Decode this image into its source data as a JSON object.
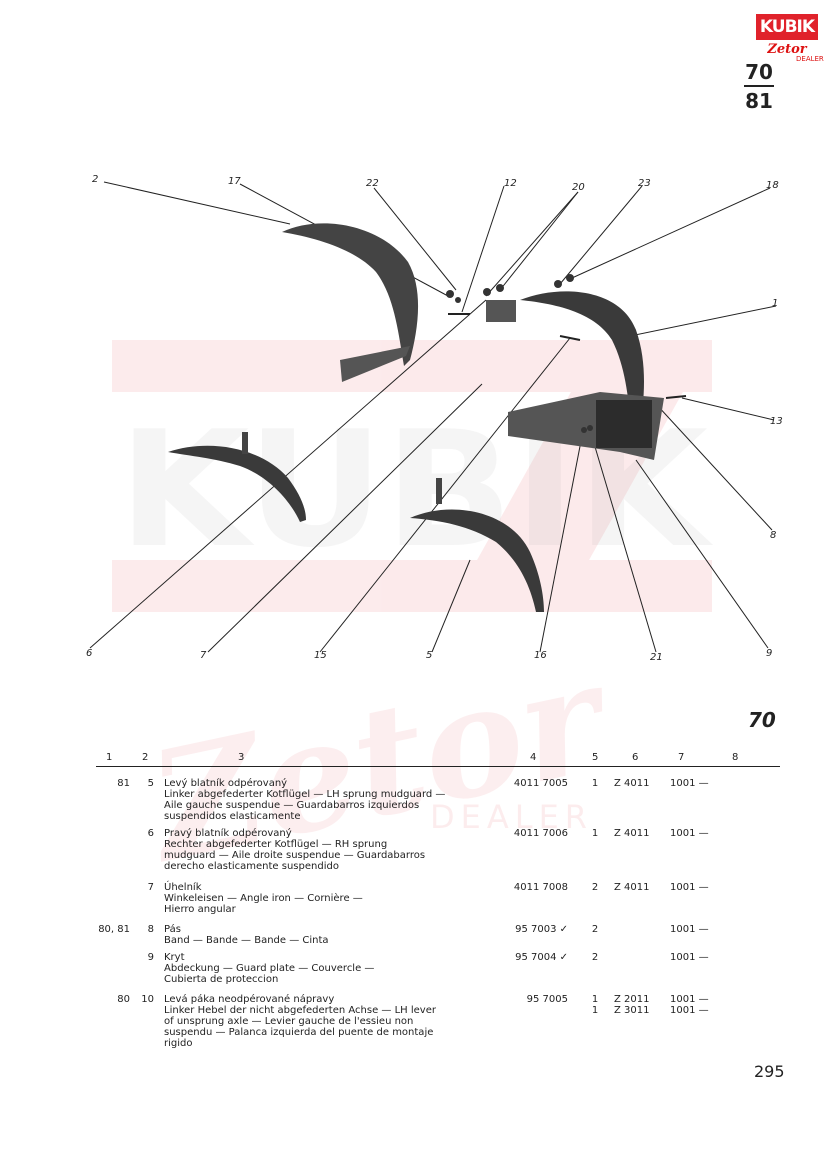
{
  "logo": {
    "brand": "KUBIK",
    "sub_brand": "Zetor",
    "dealer": "DEALER"
  },
  "group": {
    "top": "70",
    "bottom": "81"
  },
  "watermark": {
    "brand": "KUBIK",
    "sub_brand": "Zetor",
    "dealer": "DEALER"
  },
  "diagram": {
    "callouts": [
      "2",
      "17",
      "22",
      "12",
      "20",
      "23",
      "18",
      "1",
      "13",
      "8",
      "9",
      "21",
      "16",
      "5",
      "15",
      "7",
      "6"
    ]
  },
  "section_number": "70",
  "table": {
    "headers": [
      "1",
      "2",
      "3",
      "4",
      "5",
      "6",
      "7",
      "8"
    ],
    "rows": [
      {
        "group": "81",
        "pos": "5",
        "desc": [
          "Levý blatník odpérovaný",
          "Linker abgefederter Kotflügel — LH sprung mudguard —",
          "Aile gauche suspendue — Guardabarros izquierdos",
          "suspendidos elasticamente"
        ],
        "part_no": "4011 7005",
        "qty": "1",
        "serial": [
          "Z 4011"
        ],
        "from": [
          "1001 —"
        ]
      },
      {
        "group": "",
        "pos": "6",
        "desc": [
          "Pravý blatník odpérovaný",
          "Rechter abgefederter Kotflügel — RH sprung",
          "mudguard — Aile droite suspendue — Guardabarros",
          "derecho elasticamente suspendido"
        ],
        "part_no": "4011 7006",
        "qty": "1",
        "serial": [
          "Z 4011"
        ],
        "from": [
          "1001 —"
        ]
      },
      {
        "group": "",
        "pos": "7",
        "desc": [
          "Úhelník",
          "Winkeleisen — Angle iron — Cornière —",
          "Hierro angular"
        ],
        "part_no": "4011 7008",
        "qty": "2",
        "serial": [
          "Z 4011"
        ],
        "from": [
          "1001 —"
        ]
      },
      {
        "group": "80, 81",
        "pos": "8",
        "desc": [
          "Pás",
          "Band — Bande — Bande — Cinta"
        ],
        "part_no": "95 7003 ✓",
        "qty": "2",
        "serial": [],
        "from": [
          "1001 —"
        ]
      },
      {
        "group": "",
        "pos": "9",
        "desc": [
          "Kryt",
          "Abdeckung — Guard plate — Couvercle —",
          "Cubierta de proteccion"
        ],
        "part_no": "95 7004 ✓",
        "qty": "2",
        "serial": [],
        "from": [
          "1001 —"
        ]
      },
      {
        "group": "80",
        "pos": "10",
        "desc": [
          "Levá páka neodpérované nápravy",
          "Linker Hebel der nicht abgefederten Achse — LH lever",
          "of unsprung axle — Levier gauche de l'essieu non",
          "suspendu — Palanca izquierda del puente de montaje",
          "rigido"
        ],
        "part_no": "95 7005",
        "qty": "1\n1",
        "serial": [
          "Z 2011",
          "Z 3011"
        ],
        "from": [
          "1001 —",
          "1001 —"
        ]
      }
    ]
  },
  "page_number": "295"
}
